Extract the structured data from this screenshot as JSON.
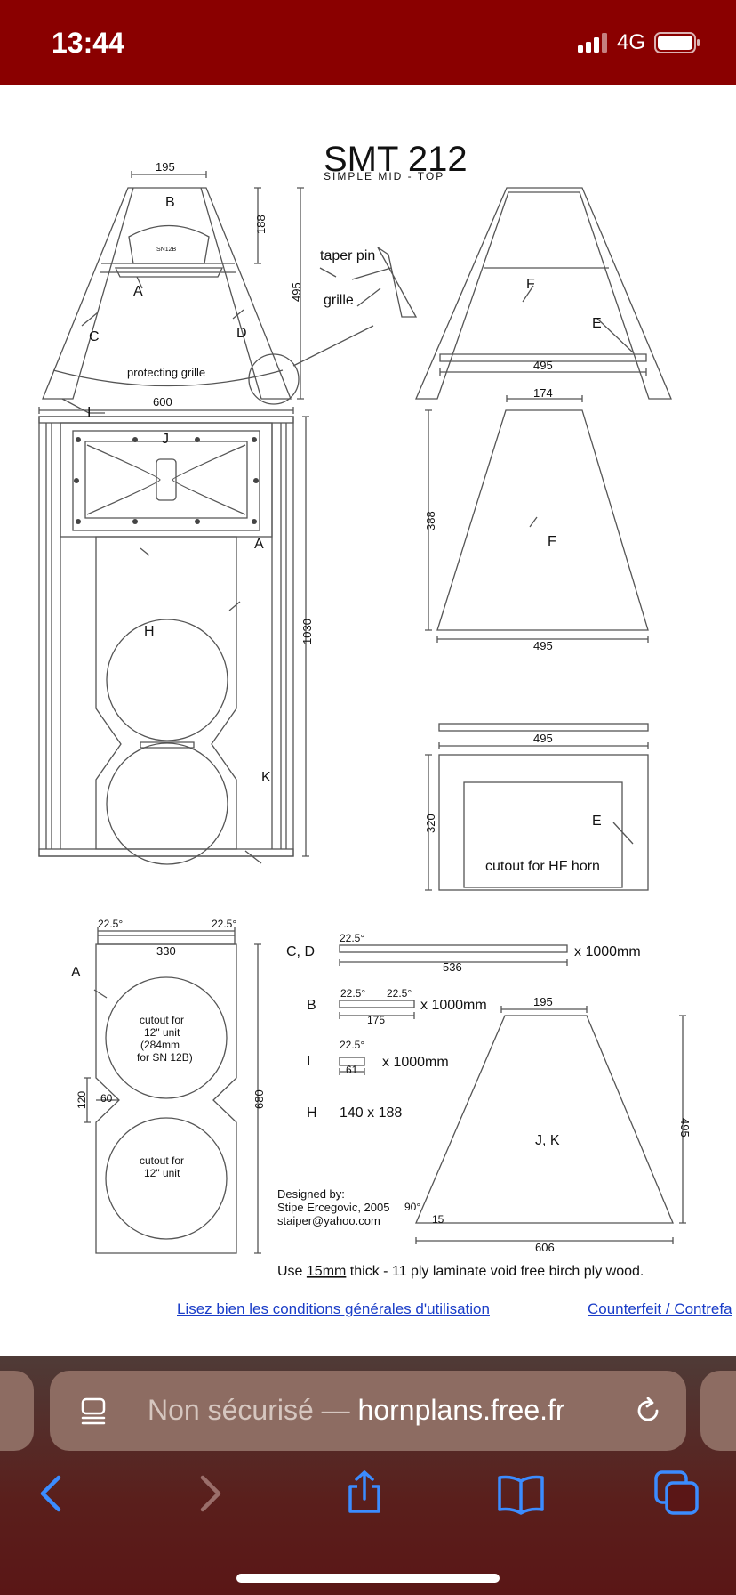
{
  "status_bar": {
    "time": "13:44",
    "network": "4G"
  },
  "drawing": {
    "title": "SMT 212",
    "subtitle": "SIMPLE MID - TOP",
    "labels": {
      "dim_195": "195",
      "dim_188": "188",
      "dim_495": "495",
      "dim_600": "600",
      "dim_174": "174",
      "dim_388": "388",
      "dim_1030": "1030",
      "dim_320": "320",
      "dim_22_5": "22.5°",
      "dim_330": "330",
      "dim_536": "536",
      "dim_175": "175",
      "dim_61": "61",
      "dim_120": "120",
      "dim_60": "60",
      "dim_680": "680",
      "dim_606": "606",
      "dim_90": "90°",
      "dim_15": "15",
      "a": "A",
      "b": "B",
      "c": "C",
      "d": "D",
      "e": "E",
      "f": "F",
      "h": "H",
      "i": "I",
      "j": "J",
      "k": "K",
      "taper_pin": "taper pin",
      "grille": "grille",
      "protecting_grille": "protecting grille",
      "driver_model": "SN12B",
      "cutout_hf": "cutout for HF horn",
      "cutout_12_l1": "cutout for",
      "cutout_12_l2": "12\" unit",
      "cutout_12_l3": "(284mm",
      "cutout_12_l4": "for SN 12B)",
      "cutout_12b_l1": "cutout for",
      "cutout_12b_l2": "12\" unit",
      "cd": "C, D",
      "x1000": "x 1000mm",
      "h_size": "140 x 188",
      "jk": "J, K",
      "designer_l1": "Designed by:",
      "designer_l2": "Stipe Ercegovic, 2005",
      "designer_l3": "staiper@yahoo.com",
      "note_pre": "Use ",
      "note_15mm": "15mm",
      "note_post": " thick - 11 ply laminate void free birch ply wood."
    }
  },
  "links": {
    "terms": "Lisez bien les conditions générales d'utilisation",
    "counterfeit": "Counterfeit / Contrefa"
  },
  "browser": {
    "not_secure": "Non sécurisé — ",
    "host": "hornplans.free.fr"
  }
}
